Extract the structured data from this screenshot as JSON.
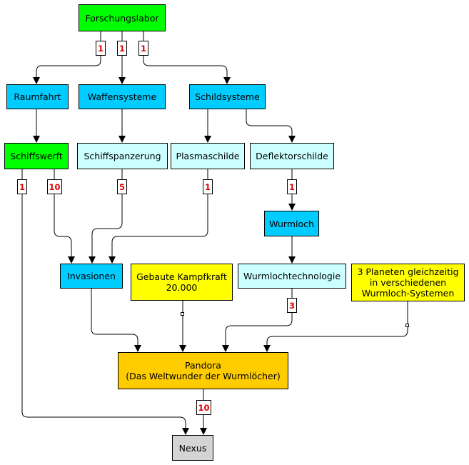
{
  "colors": {
    "start": "#00ff00",
    "category": "#00ccff",
    "item": "#ccffff",
    "condition": "#ffff00",
    "wonder": "#ffcc00",
    "final": "#d4d4d4",
    "badge_text": "#e00000"
  },
  "nodes": {
    "forschungslabor": "Forschungslabor",
    "raumfahrt": "Raumfahrt",
    "waffensysteme": "Waffensysteme",
    "schildsysteme": "Schildsysteme",
    "schiffswerft": "Schiffswerft",
    "schiffspanzerung": "Schiffspanzerung",
    "plasmaschilde": "Plasmaschilde",
    "deflektorschilde": "Deflektorschilde",
    "wurmloch": "Wurmloch",
    "invasionen": "Invasionen",
    "gebaute_kampfkraft": "Gebaute Kampfkraft\n20.000",
    "wurmlochtechnologie": "Wurmlochtechnologie",
    "drei_planeten": "3 Planeten gleichzeitig\nin verschiedenen\nWurmloch-Systemen",
    "pandora": "Pandora\n(Das Weltwunder der Wurmlöcher)",
    "nexus": "Nexus"
  },
  "levels": {
    "forschungslabor_raumfahrt": "1",
    "forschungslabor_waffensysteme": "1",
    "forschungslabor_schildsysteme": "1",
    "schiffswerft_nexus": "1",
    "schiffswerft_invasionen": "10",
    "schiffspanzerung_invasionen": "5",
    "plasmaschilde_invasionen": "1",
    "deflektorschilde_wurmloch": "1",
    "wurmlochtechnologie_pandora": "3",
    "pandora_nexus": "10"
  }
}
